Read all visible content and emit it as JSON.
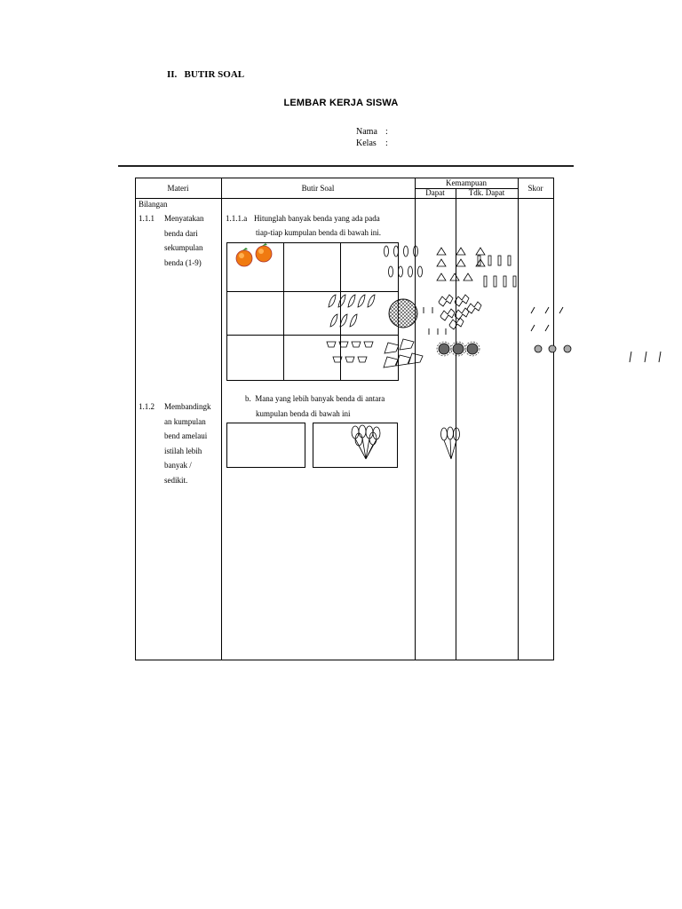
{
  "header": {
    "section": "II.   BUTIR SOAL",
    "title": "LEMBAR KERJA SISWA",
    "name_label": "Nama",
    "class_label": "Kelas",
    "colon": ":"
  },
  "table": {
    "col_materi": "Materi",
    "col_butir": "Butir Soal",
    "col_kemampuan": "Kemampuan",
    "col_dapat": "Dapat",
    "col_tdk_dapat": "Tdk. Dapat",
    "col_skor": "Skor",
    "topic": "Bilangan",
    "item1_num": "1.1.1",
    "item1_lines": [
      "Menyatakan",
      "benda dari",
      "sekumpulan",
      "benda (1-9)"
    ],
    "item2_num": "1.1.2",
    "item2_lines": [
      "Membandingk",
      "an kumpulan",
      "bend amelaui",
      "istilah lebih",
      "banyak /",
      "sedikit."
    ],
    "q1_label": "1.1.1.a",
    "q1_line1": "Hitunglah banyak benda yang ada pada",
    "q1_line2": "tiap-tiap kumpulan benda di bawah ini.",
    "q2_line1": "b.  Mana yang lebih banyak benda di antara",
    "q2_line2": "kumpulan benda di bawah ini"
  }
}
